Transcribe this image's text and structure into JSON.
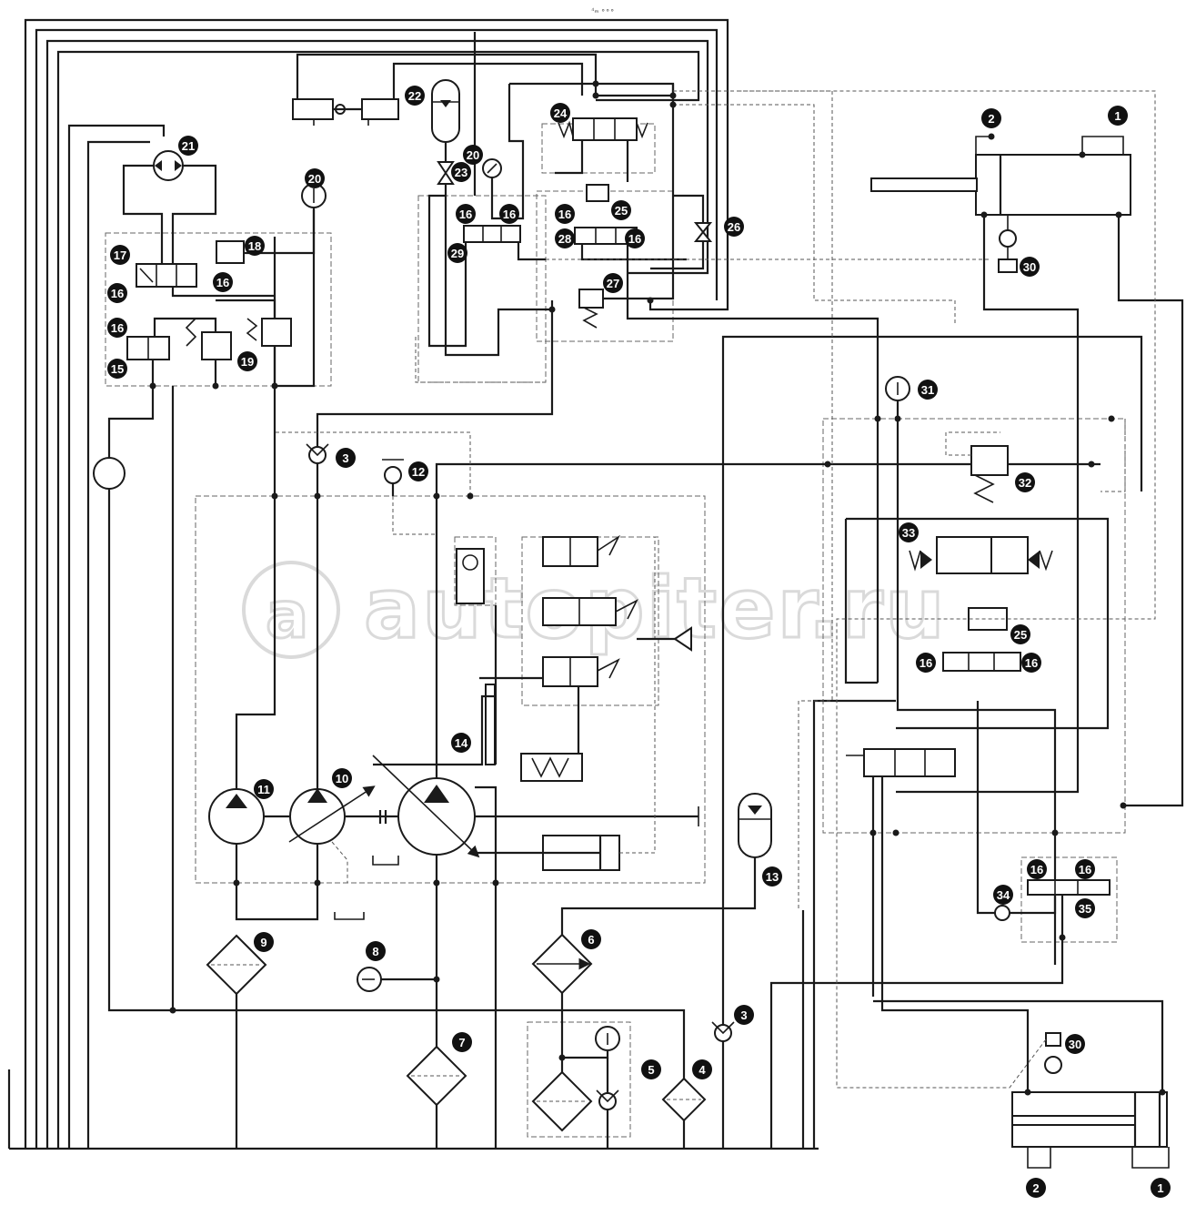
{
  "top_mark": "⁴ₘ ∘∘∘",
  "watermark": {
    "brand": "autopiter.ru"
  },
  "callouts": [
    "1",
    "2",
    "1",
    "2",
    "3",
    "3",
    "4",
    "5",
    "6",
    "7",
    "8",
    "9",
    "10",
    "11",
    "12",
    "13",
    "14",
    "15",
    "16",
    "16",
    "16",
    "16",
    "16",
    "16",
    "16",
    "16",
    "16",
    "16",
    "17",
    "18",
    "19",
    "20",
    "20",
    "21",
    "22",
    "23",
    "24",
    "25",
    "25",
    "26",
    "27",
    "28",
    "29",
    "30",
    "30",
    "31",
    "32",
    "33",
    "34",
    "35"
  ],
  "icons": {
    "pump": "pump-icon",
    "motor": "hydraulic-motor-icon",
    "filter": "filter-icon",
    "cooler": "oil-cooler-icon",
    "gauge": "pressure-gauge-icon",
    "accumulator": "accumulator-icon",
    "check_valve": "check-valve-icon",
    "cylinder": "cylinder-icon",
    "valve": "directional-valve-icon"
  },
  "colors": {
    "line": "#1a1a1a",
    "pilot": "#555555",
    "background": "#ffffff"
  }
}
